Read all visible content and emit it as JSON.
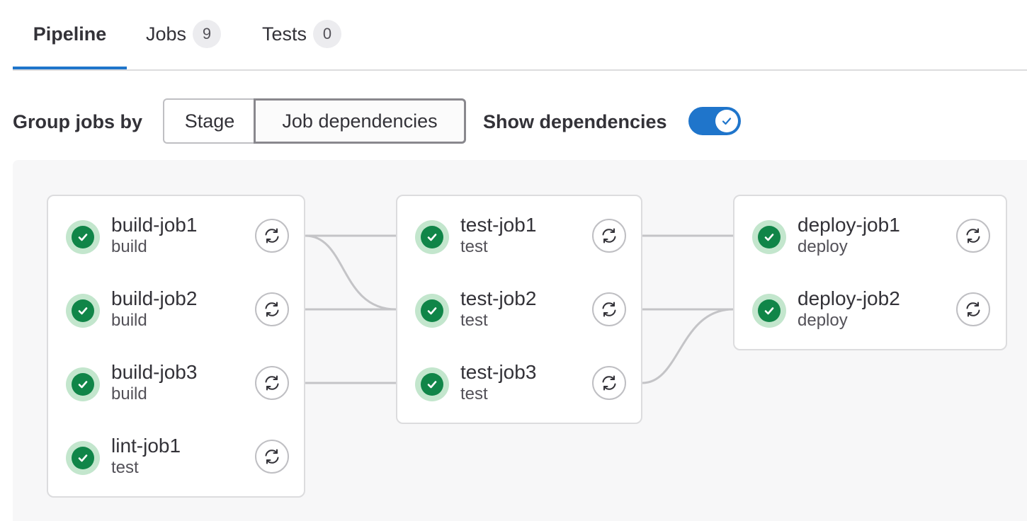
{
  "tabs": [
    {
      "label": "Pipeline",
      "active": true
    },
    {
      "label": "Jobs",
      "count": "9"
    },
    {
      "label": "Tests",
      "count": "0"
    }
  ],
  "controls": {
    "group_label": "Group jobs by",
    "stage_option": "Stage",
    "deps_option": "Job dependencies",
    "selected_option": "Job dependencies",
    "show_deps_label": "Show dependencies",
    "show_deps_on": true
  },
  "colors": {
    "accent": "#1f75cb",
    "success": "#108548",
    "success_bg": "#c3e6cd"
  },
  "columns": [
    {
      "jobs": [
        {
          "name": "build-job1",
          "stage": "build",
          "status": "passed"
        },
        {
          "name": "build-job2",
          "stage": "build",
          "status": "passed"
        },
        {
          "name": "build-job3",
          "stage": "build",
          "status": "passed"
        },
        {
          "name": "lint-job1",
          "stage": "test",
          "status": "passed"
        }
      ]
    },
    {
      "jobs": [
        {
          "name": "test-job1",
          "stage": "test",
          "status": "passed"
        },
        {
          "name": "test-job2",
          "stage": "test",
          "status": "passed"
        },
        {
          "name": "test-job3",
          "stage": "test",
          "status": "passed"
        }
      ]
    },
    {
      "jobs": [
        {
          "name": "deploy-job1",
          "stage": "deploy",
          "status": "passed"
        },
        {
          "name": "deploy-job2",
          "stage": "deploy",
          "status": "passed"
        }
      ]
    }
  ],
  "icons": {
    "status": "check-circle-icon",
    "retry": "retry-icon",
    "toggle": "check-icon"
  }
}
